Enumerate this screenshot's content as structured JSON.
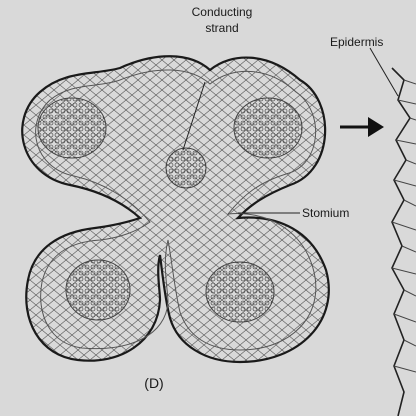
{
  "figure": {
    "panel_label": "(D)",
    "labels": {
      "conducting_line1": "Conducting",
      "conducting_line2": "strand",
      "epidermis": "Epidermis",
      "stomium": "Stomium"
    },
    "colors": {
      "paper": "#d9d9d9",
      "ink": "#1a1a1a",
      "tissue": "#e4e4e4",
      "sac": "#bdbdbd"
    }
  }
}
